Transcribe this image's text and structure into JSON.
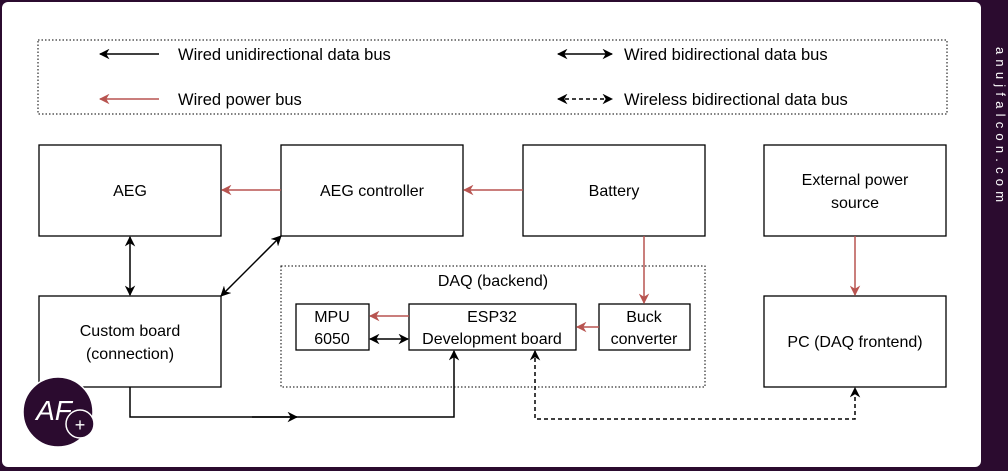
{
  "watermark": "anujfalcon.com",
  "legend": {
    "wired_uni": "Wired unidirectional data bus",
    "wired_bi": "Wired bidirectional data bus",
    "wired_power": "Wired power bus",
    "wireless_bi": "Wireless bidirectional data bus"
  },
  "blocks": {
    "aeg": "AEG",
    "aeg_controller": "AEG controller",
    "battery": "Battery",
    "external_power_1": "External power",
    "external_power_2": "source",
    "custom_board_1": "Custom board",
    "custom_board_2": "(connection)",
    "daq_backend": "DAQ (backend)",
    "mpu_1": "MPU",
    "mpu_2": "6050",
    "esp32_1": "ESP32",
    "esp32_2": "Development board",
    "buck_1": "Buck",
    "buck_2": "converter",
    "pc": "PC (DAQ frontend)"
  },
  "logo": {
    "letters": "AF",
    "plus": "+"
  },
  "colors": {
    "data": "#000000",
    "power": "#b85450",
    "frame": "#2b0b2f"
  }
}
